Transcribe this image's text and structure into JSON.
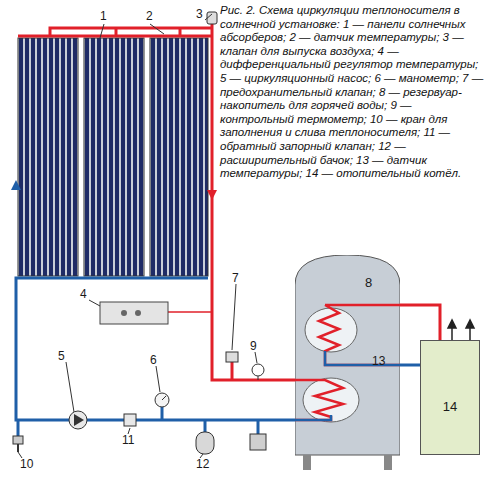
{
  "diagram": {
    "caption": "Рис. 2. Схема циркуляции теплоносителя в солнечной установке: 1 — панели солнечных абсорберов; 2 — датчик температуры; 3 — клапан для выпуска воздуха; 4 — дифференциальный регулятор температуры; 5 — циркуляционный насос; 6 — манометр; 7 — предохранительный клапан; 8 — резервуар-накопитель для горячей воды; 9 — контрольный термометр; 10 — кран для заполнения и слива теплоносителя; 11 — обратный запорный клапан; 12 — расширительный бачок; 13 — датчик температуры; 14 — отопительный котёл.",
    "nodes": [
      {
        "text": [
          "8"
        ]
      },
      {
        "text": [
          "14"
        ]
      }
    ],
    "edges": [
      {
        "from": 0,
        "to": 1,
        "arrow": "none"
      },
      {
        "from": 1,
        "to": 0,
        "arrow": "none"
      }
    ],
    "labels": [
      "1",
      "2",
      "3",
      "4",
      "5",
      "6",
      "7",
      "9",
      "10",
      "11",
      "12",
      "13"
    ]
  }
}
